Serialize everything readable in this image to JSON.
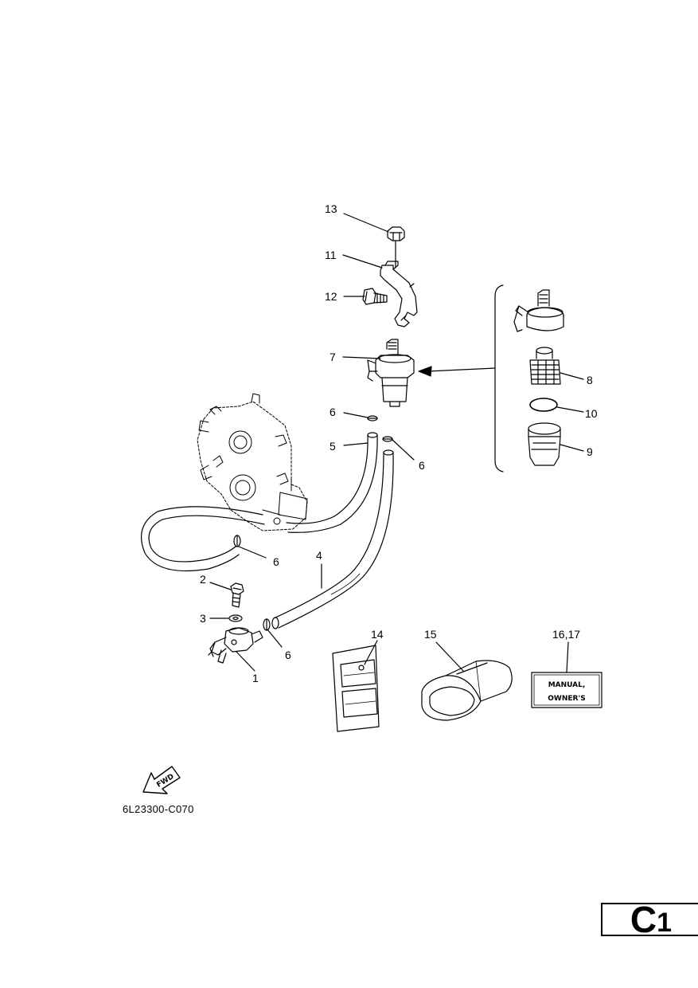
{
  "diagram": {
    "callouts": [
      {
        "id": "c13",
        "label": "13"
      },
      {
        "id": "c11",
        "label": "11"
      },
      {
        "id": "c12",
        "label": "12"
      },
      {
        "id": "c7",
        "label": "7"
      },
      {
        "id": "c8",
        "label": "8"
      },
      {
        "id": "c10",
        "label": "10"
      },
      {
        "id": "c9",
        "label": "9"
      },
      {
        "id": "c6a",
        "label": "6"
      },
      {
        "id": "c5",
        "label": "5"
      },
      {
        "id": "c6b",
        "label": "6"
      },
      {
        "id": "c6c",
        "label": "6"
      },
      {
        "id": "c4",
        "label": "4"
      },
      {
        "id": "c2",
        "label": "2"
      },
      {
        "id": "c3",
        "label": "3"
      },
      {
        "id": "c6d",
        "label": "6"
      },
      {
        "id": "c1",
        "label": "1"
      },
      {
        "id": "c14",
        "label": "14"
      },
      {
        "id": "c15",
        "label": "15"
      },
      {
        "id": "c1617",
        "label": "16,17"
      }
    ],
    "manual_label_line1": "MANUAL,",
    "manual_label_line2": "OWNER'S",
    "fwd_label": "FWD",
    "drawing_code": "6L23300-C070"
  },
  "page": {
    "section_letter": "C",
    "section_number": "1"
  }
}
